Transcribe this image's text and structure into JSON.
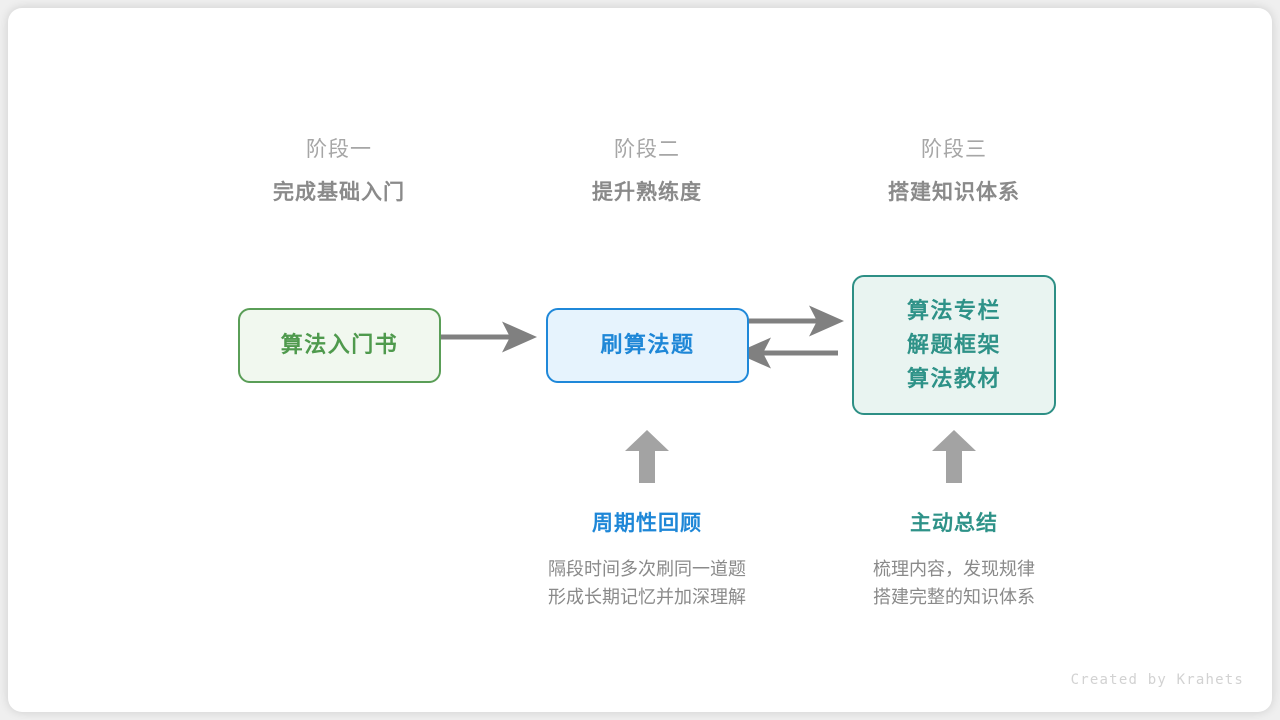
{
  "canvas": {
    "background": "#efefef",
    "card_background": "#ffffff"
  },
  "stages": [
    {
      "index_label": "阶段一",
      "title": "完成基础入门"
    },
    {
      "index_label": "阶段二",
      "title": "提升熟练度"
    },
    {
      "index_label": "阶段三",
      "title": "搭建知识体系"
    }
  ],
  "nodes": {
    "book": {
      "lines": [
        "算法入门书"
      ],
      "text_color": "#4f9a4d",
      "border_color": "#5a9e57",
      "fill_color": "#f1f8ef"
    },
    "practice": {
      "lines": [
        "刷算法题"
      ],
      "text_color": "#1e87d7",
      "border_color": "#1f88d9",
      "fill_color": "#e6f3fd"
    },
    "resources": {
      "lines": [
        "算法专栏",
        "解题框架",
        "算法教材"
      ],
      "text_color": "#2e9288",
      "border_color": "#2d8f85",
      "fill_color": "#e9f4f1"
    }
  },
  "arrows": {
    "color": "#808080",
    "book_to_practice": "算法入门书 → 刷算法题",
    "practice_to_resources": "刷算法题 → 算法专栏/解题框架/算法教材",
    "resources_to_practice": "算法专栏/解题框架/算法教材 → 刷算法题",
    "up_to_practice": "周期性回顾 ↑ 刷算法题",
    "up_to_resources": "主动总结 ↑ 算法专栏/解题框架/算法教材"
  },
  "annotations": [
    {
      "title": "周期性回顾",
      "title_color": "#1e87d7",
      "description_lines": [
        "隔段时间多次刷同一道题",
        "形成长期记忆并加深理解"
      ]
    },
    {
      "title": "主动总结",
      "title_color": "#2e9288",
      "description_lines": [
        "梳理内容，发现规律",
        "搭建完整的知识体系"
      ]
    }
  ],
  "footer": {
    "credit": "Created by Krahets"
  }
}
